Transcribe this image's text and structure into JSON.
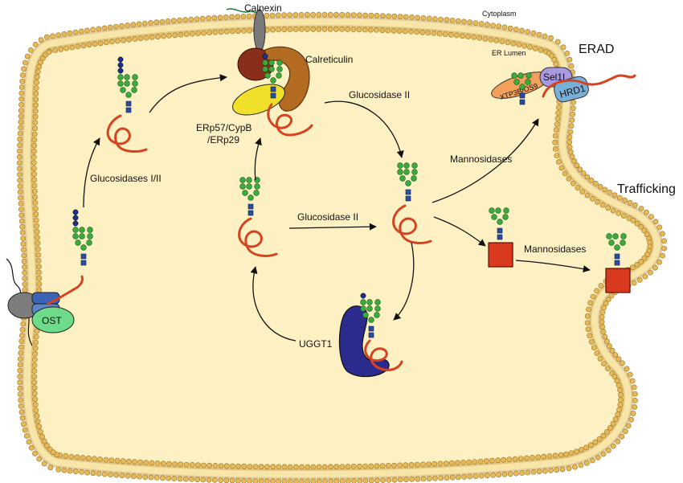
{
  "labels": {
    "calnexin": "Calnexin",
    "cytoplasm": "Cytoplasm",
    "er_lumen": "ER Lumen",
    "erad": "ERAD",
    "calreticulin": "Calreticulin",
    "erp57_line1": "ERp57/CypB",
    "erp57_line2": "/ERp29",
    "glucosidase_ii_top": "Glucosidase II",
    "glucosidase_ii_mid": "Glucosidase II",
    "glucosidases_i_ii": "Glucosidases I/II",
    "mannosidases_erad": "Mannosidases",
    "mannosidases_traffic": "Mannosidases",
    "trafficking": "Trafficking",
    "ost": "OST",
    "uggt1": "UGGT1",
    "xtp3b_os9": "XTP3B/OS9",
    "sel1l": "Sel1L",
    "hrd1": "HRD1"
  },
  "colors": {
    "lumen": "#fdf1c4",
    "lipid_head": "#e7b957",
    "protein_chain": "#d8431f",
    "glucose": "#1c2f8f",
    "mannose": "#3bab3b",
    "glcnac": "#2a4fa0",
    "cargo": "#d93a1e",
    "calnexin": "#7a7a7a",
    "calreticulin_ring": "#b36b22",
    "calreticulin_globe": "#8a2e1c",
    "erp57": "#f1e02a",
    "uggt1": "#2a2b8c",
    "ost": "#6edb8a",
    "xtp3b": "#f2a05c",
    "sel1l": "#a79ae0",
    "hrd1": "#79b0d8"
  }
}
